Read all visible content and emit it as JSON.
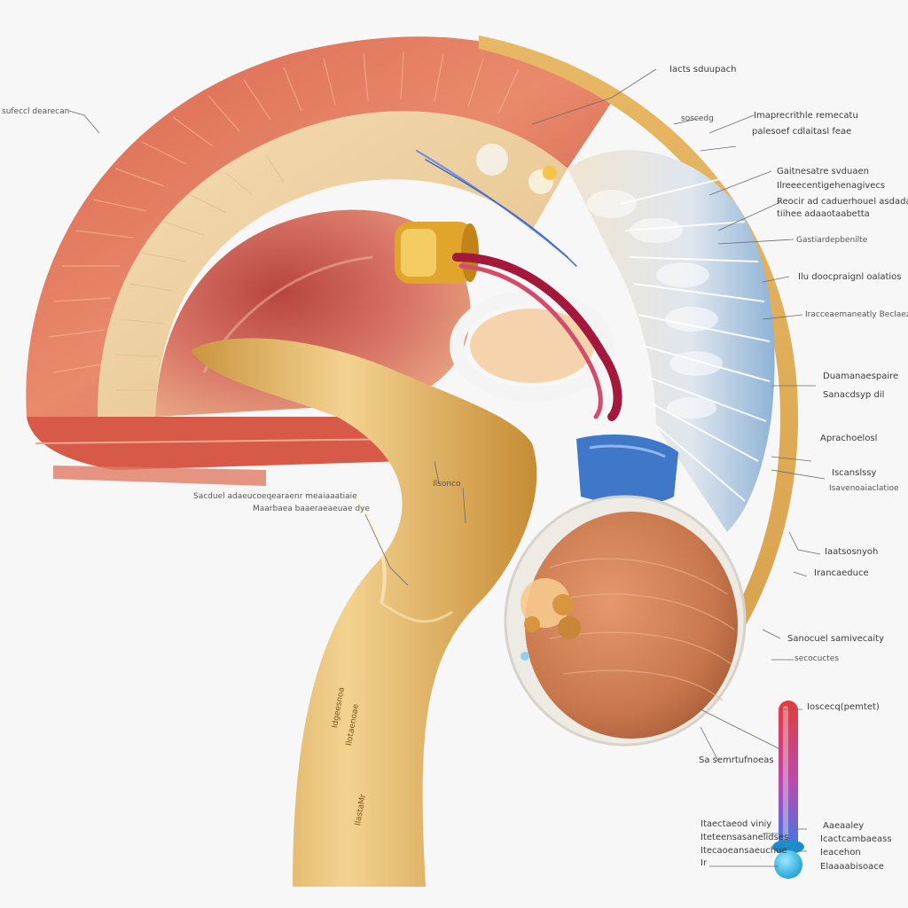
{
  "labels": [
    {
      "id": "l01",
      "text": "Iacts sduupach"
    },
    {
      "id": "l02",
      "text": "sufeccl dearecan"
    },
    {
      "id": "l03",
      "text": "soscedg"
    },
    {
      "id": "l04",
      "text": "Imaprecrithle remecatu"
    },
    {
      "id": "l05",
      "text": "palesoef cdlaitasl feae"
    },
    {
      "id": "l06",
      "text": "Gaitnesatre svduaen"
    },
    {
      "id": "l07",
      "text": "Ilreeecentigehenagivecs"
    },
    {
      "id": "l08",
      "text": "Reocir ad caduerhouel asdaday"
    },
    {
      "id": "l09",
      "text": "tiihee adaaotaabetta"
    },
    {
      "id": "l10",
      "text": "Gastiardepbenilte"
    },
    {
      "id": "l11",
      "text": "Ilu doocpraignl oalatios"
    },
    {
      "id": "l12",
      "text": "Iracceaemaneatly Beclaez"
    },
    {
      "id": "l13",
      "text": "Duamanaespaire"
    },
    {
      "id": "l14",
      "text": "Sanacdsyp dil"
    },
    {
      "id": "l15",
      "text": "Aprachoelosl"
    },
    {
      "id": "l16",
      "text": "Iscanslssy"
    },
    {
      "id": "l17",
      "text": "Isavenoaiaclatioe"
    },
    {
      "id": "l18",
      "text": "Iaatsosnyoh"
    },
    {
      "id": "l19",
      "text": "Irancaeduce"
    },
    {
      "id": "l20",
      "text": "Sanocuel samivecaity"
    },
    {
      "id": "l21",
      "text": "secocuctes"
    },
    {
      "id": "l22",
      "text": "Ioscecq(pemtet)"
    },
    {
      "id": "l23",
      "text": "Sa semrtufnoeas"
    },
    {
      "id": "l24",
      "text": "Itaectaeod viniy"
    },
    {
      "id": "l25",
      "text": "Iteteensasanelidses"
    },
    {
      "id": "l26",
      "text": "Itecaoeansaeuchue"
    },
    {
      "id": "l27",
      "text": "Ir"
    },
    {
      "id": "l28",
      "text": "Aaeaaley"
    },
    {
      "id": "l29",
      "text": "Icactcambaeass"
    },
    {
      "id": "l30",
      "text": "Ieacehon"
    },
    {
      "id": "l31",
      "text": "Elaaaabisoace"
    },
    {
      "id": "l32",
      "text": "Sacduel adaeucoeqearaenr meaiaaatiaie"
    },
    {
      "id": "l33",
      "text": "Maarbaea baaeraeaeuae dye"
    },
    {
      "id": "l34",
      "text": "Ilsonco"
    }
  ],
  "stem_text": {
    "line1": "Idgeesnoa",
    "line2": "Ilotaenoae",
    "line3": "IlastaMr"
  }
}
